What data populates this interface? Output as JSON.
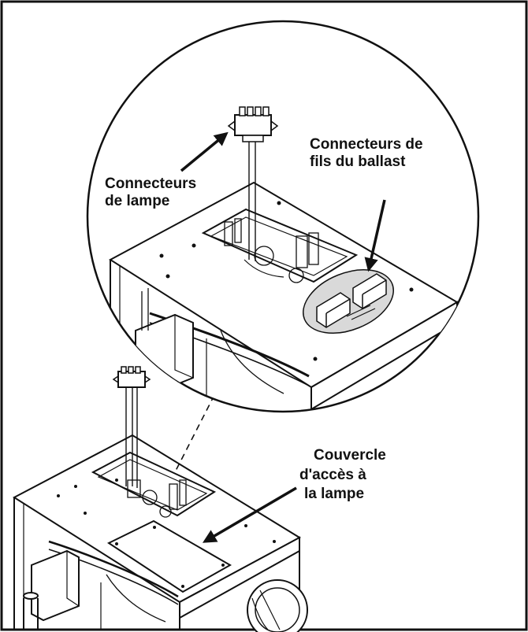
{
  "labels": {
    "lamp_connectors": {
      "line1": "Connecteurs",
      "line2": "de lampe"
    },
    "ballast_connectors": {
      "line1": "Connecteurs de",
      "line2": "fils du ballast"
    },
    "lamp_access_cover": {
      "line1": "Couvercle",
      "line2": "d'accès à",
      "line3": "la lampe"
    }
  },
  "colors": {
    "ink": "#111111",
    "paper": "#ffffff",
    "shade": "#d9d9d9"
  }
}
